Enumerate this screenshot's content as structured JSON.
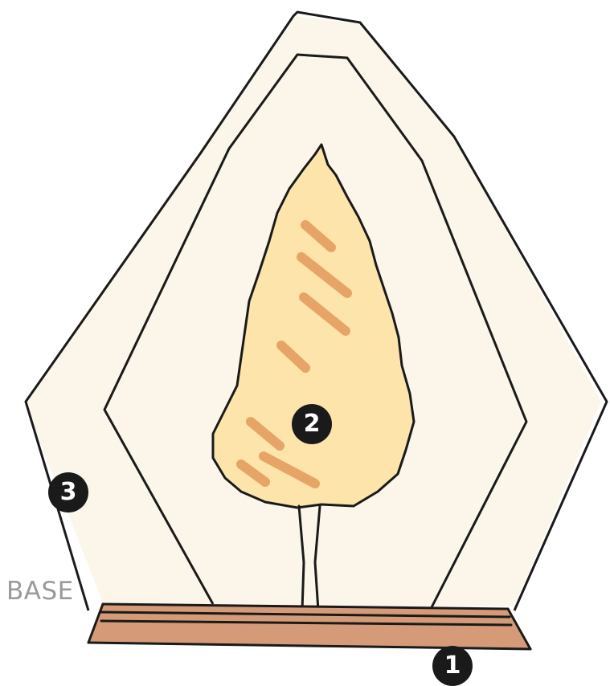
{
  "labels": {
    "base": "BASE"
  },
  "markers": {
    "base_marker": "1",
    "tree_marker": "2",
    "frame_marker": "3"
  },
  "colors": {
    "ink": "#1a1a1a",
    "frame_fill": "#fbf6e9",
    "tree_fill": "#fce4ab",
    "tree_stroke_accent": "#e49a5c",
    "base_fill": "#d59b78",
    "label_gray": "#9a9a9a"
  }
}
